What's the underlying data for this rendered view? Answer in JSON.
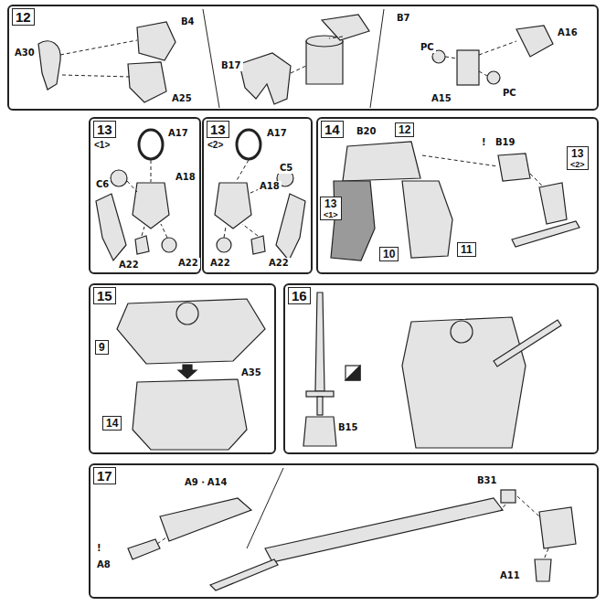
{
  "diagram": {
    "nodes": [
      {
        "text": [
          "12"
        ]
      },
      {
        "text": [
          "13",
          "<1>"
        ]
      },
      {
        "text": [
          "13",
          "<2>"
        ]
      },
      {
        "text": [
          "14"
        ]
      },
      {
        "text": [
          "12"
        ],
        "in": 3
      },
      {
        "text": [
          "13",
          "<1>"
        ],
        "in": 3
      },
      {
        "text": [
          "13",
          "<2>"
        ],
        "in": 3
      },
      {
        "text": [
          "10"
        ],
        "in": 3
      },
      {
        "text": [
          "11"
        ],
        "in": 3
      },
      {
        "text": [
          "15"
        ]
      },
      {
        "text": [
          "9"
        ],
        "in": 9
      },
      {
        "text": [
          "14"
        ],
        "in": 9
      },
      {
        "text": [
          "16"
        ]
      },
      {
        "text": [
          "17"
        ]
      }
    ],
    "labels": [
      "A30",
      "B4",
      "A25",
      "B17",
      "B7",
      "PC",
      "A16",
      "PC",
      "A15",
      "A17",
      "A18",
      "C6",
      "A22",
      "A22",
      "A17",
      "A18",
      "C5",
      "A22",
      "A22",
      "B20",
      "!",
      "B19",
      "A35",
      "B15",
      "!",
      "A8",
      "A9・A14",
      "B31",
      "A11"
    ]
  }
}
